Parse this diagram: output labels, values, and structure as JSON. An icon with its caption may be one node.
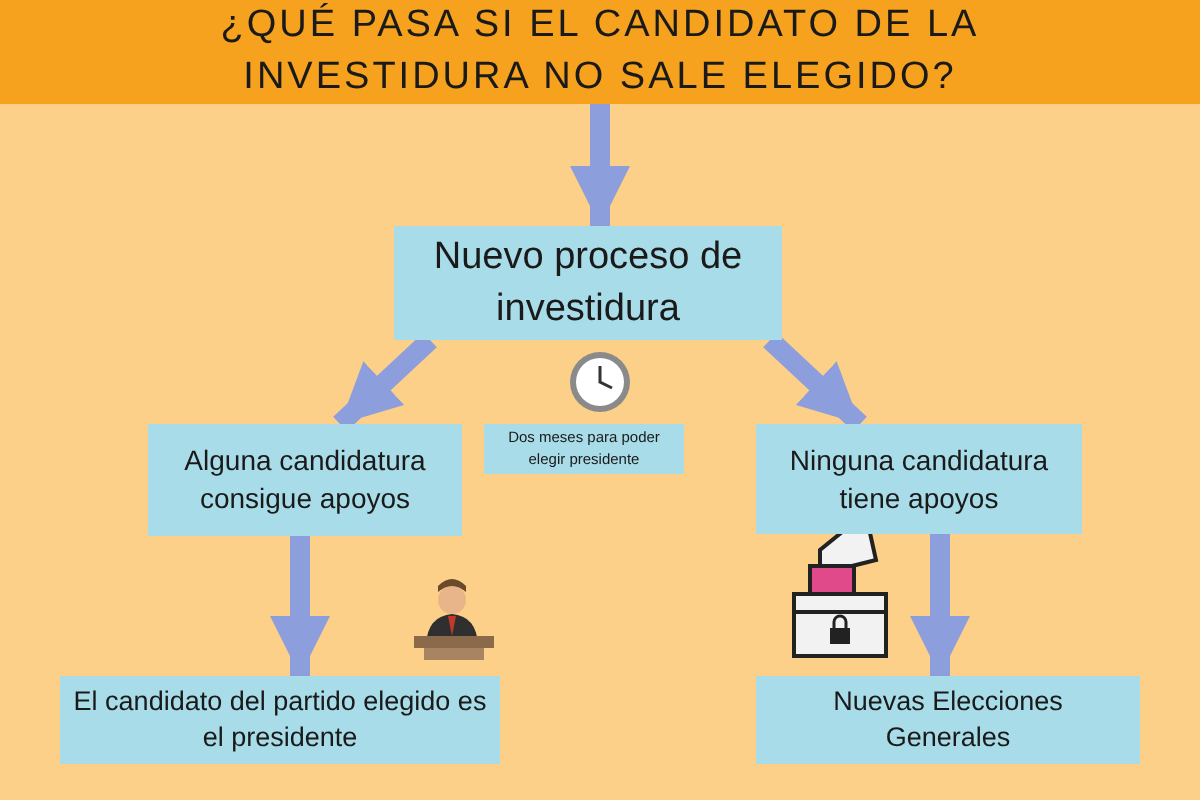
{
  "diagram": {
    "nodes": [
      {
        "text": [
          "¿QUÉ PASA SI EL CANDIDATO DE LA INVESTIDURA NO SALE ELEGIDO?"
        ]
      },
      {
        "text": [
          "Nuevo proceso de investidura"
        ]
      },
      {
        "text": [
          "Alguna candidatura consigue apoyos"
        ]
      },
      {
        "text": [
          "Dos meses para poder elegir presidente"
        ]
      },
      {
        "text": [
          "Ninguna candidatura tiene apoyos"
        ]
      },
      {
        "text": [
          "El candidato del partido elegido es el presidente"
        ]
      },
      {
        "text": [
          "Nuevas Elecciones Generales"
        ]
      }
    ],
    "edges": [
      {
        "from": 0,
        "to": 1,
        "arrow": "to"
      },
      {
        "from": 1,
        "to": 2,
        "arrow": "to"
      },
      {
        "from": 1,
        "to": 4,
        "arrow": "to"
      },
      {
        "from": 2,
        "to": 5,
        "arrow": "to"
      },
      {
        "from": 4,
        "to": 6,
        "arrow": "to"
      }
    ]
  }
}
